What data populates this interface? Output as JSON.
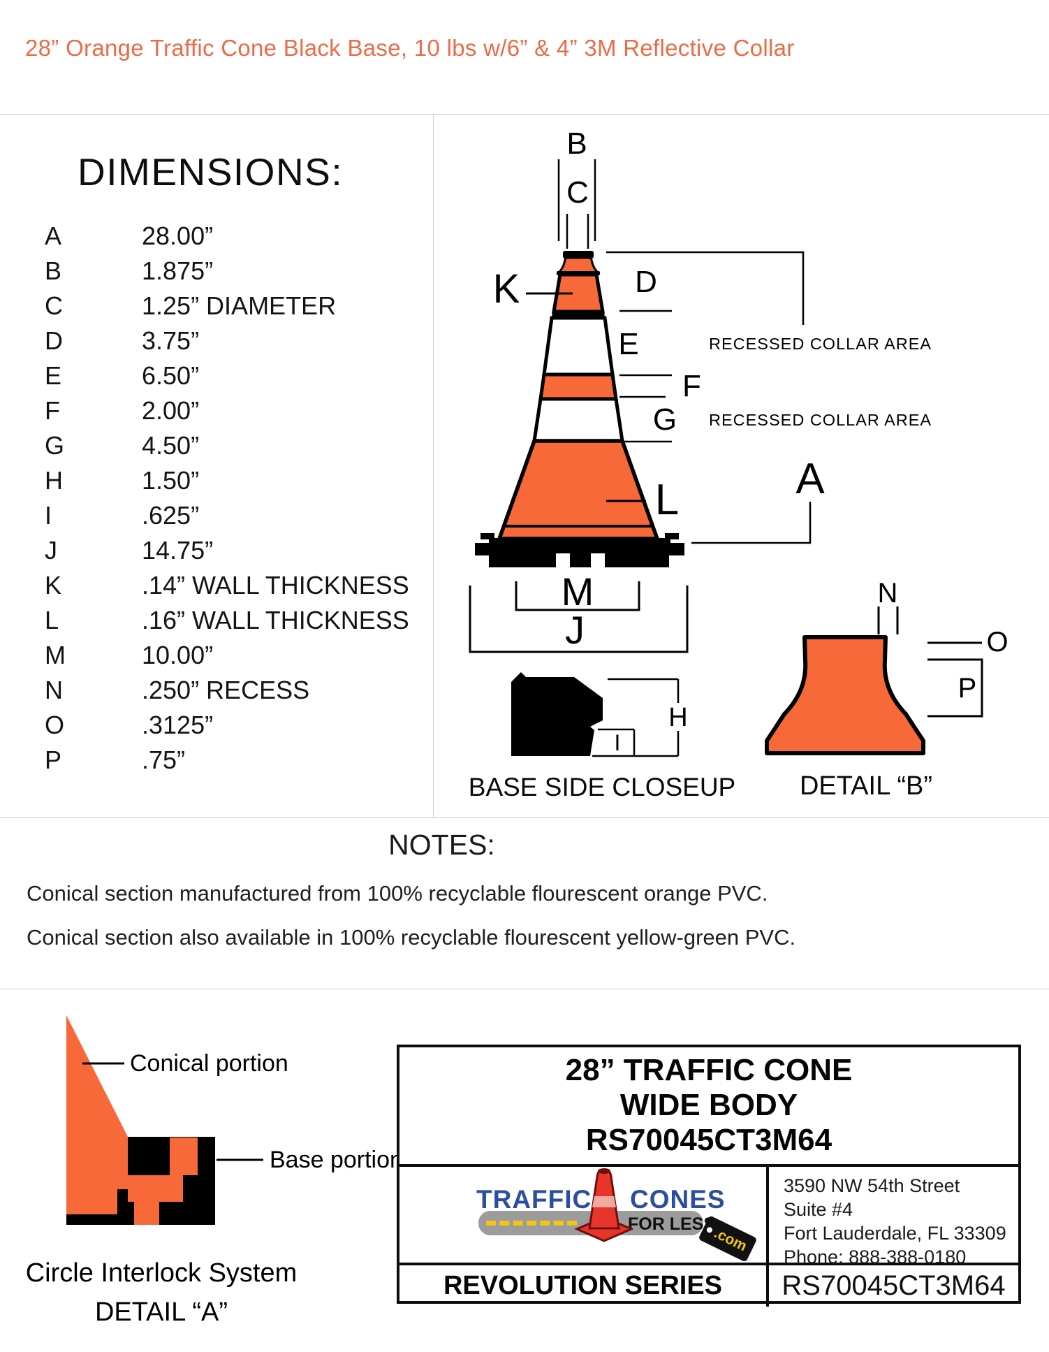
{
  "page": {
    "title": "28” Orange Traffic Cone Black Base, 10 lbs w/6” & 4” 3M Reflective Collar"
  },
  "dimensions": {
    "heading": "DIMENSIONS:",
    "rows": [
      {
        "letter": "A",
        "value": "28.00”"
      },
      {
        "letter": "B",
        "value": "1.875”"
      },
      {
        "letter": "C",
        "value": "1.25” DIAMETER"
      },
      {
        "letter": "D",
        "value": "3.75”"
      },
      {
        "letter": "E",
        "value": "6.50”"
      },
      {
        "letter": "F",
        "value": "2.00”"
      },
      {
        "letter": "G",
        "value": "4.50”"
      },
      {
        "letter": "H",
        "value": "1.50”"
      },
      {
        "letter": "I",
        "value": ".625”"
      },
      {
        "letter": "J",
        "value": "14.75”"
      },
      {
        "letter": "K",
        "value": ".14” WALL THICKNESS"
      },
      {
        "letter": "L",
        "value": ".16” WALL THICKNESS"
      },
      {
        "letter": "M",
        "value": "10.00”"
      },
      {
        "letter": "N",
        "value": ".250” RECESS"
      },
      {
        "letter": "O",
        "value": ".3125”"
      },
      {
        "letter": "P",
        "value": ".75”"
      }
    ]
  },
  "cone_diagram": {
    "labels": {
      "a": "A",
      "b": "B",
      "c": "C",
      "d": "D",
      "e": "E",
      "f": "F",
      "g": "G",
      "j": "J",
      "k": "K",
      "l": "L",
      "m": "M"
    },
    "recessed_label": "RECESSED COLLAR AREA"
  },
  "base_closeup": {
    "caption": "BASE SIDE CLOSEUP",
    "labels": {
      "h": "H",
      "i": "I"
    }
  },
  "detail_b": {
    "caption": "DETAIL “B”",
    "labels": {
      "n": "N",
      "o": "O",
      "p": "P"
    }
  },
  "notes": {
    "heading": "NOTES:",
    "line1": "Conical section manufactured from 100% recyclable flourescent orange PVC.",
    "line2": "Conical section also available in 100% recyclable flourescent yellow-green PVC."
  },
  "interlock": {
    "conical_label": "Conical portion",
    "base_label": "Base portion",
    "caption_line1": "Circle Interlock System",
    "caption_line2": "DETAIL “A”"
  },
  "title_block": {
    "product_line1": "28” TRAFFIC CONE",
    "product_line2": "WIDE BODY",
    "product_line3": "RS70045CT3M64",
    "address": [
      "3590 NW 54th Street",
      "Suite #4",
      "Fort Lauderdale, FL 33309",
      "Phone: 888-388-0180"
    ],
    "series": "REVOLUTION SERIES",
    "part_number": "RS70045CT3M64",
    "logo": {
      "word1": "TRAFFIC",
      "word2": "CONES",
      "tagline": "FOR LESS",
      "domain": ".com"
    }
  },
  "colors": {
    "title_orange": "#ec6a47",
    "cone_orange": "#f8693a",
    "logo_blue": "#2b4f9e",
    "logo_red": "#e8342a",
    "logo_yellow": "#f3c613",
    "logo_gray": "#9c9c9c",
    "line_gray": "#cfcfcf"
  }
}
